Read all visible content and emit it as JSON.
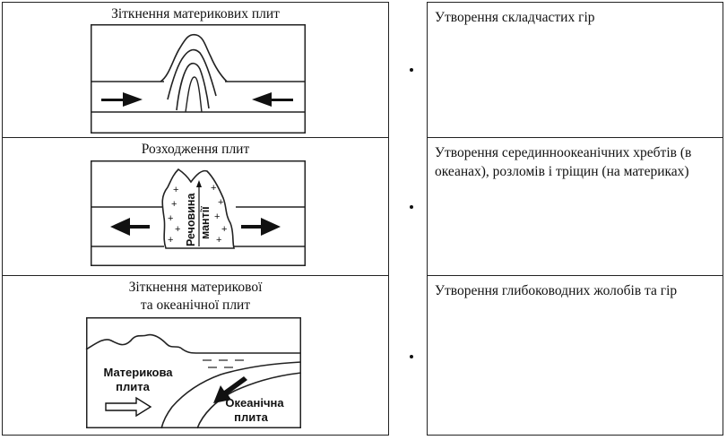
{
  "rows": [
    {
      "process": "Зіткнення материкових плит",
      "result": "Утворення складчастих гір"
    },
    {
      "process": "Розходження плит",
      "mantle_label_1": "Речовина",
      "mantle_label_2": "мантії",
      "result": "Утворення серединноокеанічних хребтів (в океанах), розломів і тріщин (на материках)"
    },
    {
      "process_line1": "Зіткнення материкової",
      "process_line2": "та океанічної плит",
      "continental_label_1": "Материкова",
      "continental_label_2": "плита",
      "oceanic_label_1": "Океанічна",
      "oceanic_label_2": "плита",
      "result": "Утворення глибоководних жолобів та гір"
    }
  ]
}
